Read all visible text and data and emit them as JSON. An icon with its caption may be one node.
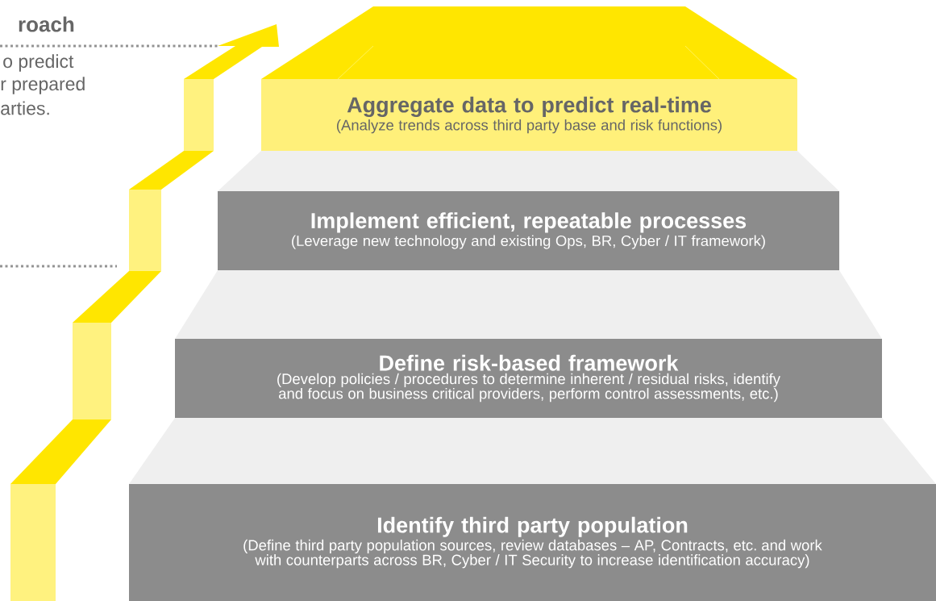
{
  "diagram": {
    "nodes": [
      {
        "text": [
          "Aggregate data to predict real-time",
          "(Analyze trends across third party base and risk functions)"
        ]
      },
      {
        "text": [
          "Implement efficient, repeatable processes",
          "(Leverage new technology and existing Ops, BR, Cyber / IT framework)"
        ]
      },
      {
        "text": [
          "Define risk-based framework",
          "(Develop policies / procedures to determine inherent  / residual risks, identify and focus on business critical providers, perform control assessments, etc.)"
        ]
      },
      {
        "text": [
          "Identify third party population",
          "(Define third party population sources, review databases – AP, Contracts, etc. and work with counterparts across BR, Cyber / IT Security to increase identification accuracy)"
        ]
      }
    ],
    "labels": [
      "roach",
      "o predict",
      "r prepared",
      "arties."
    ]
  }
}
